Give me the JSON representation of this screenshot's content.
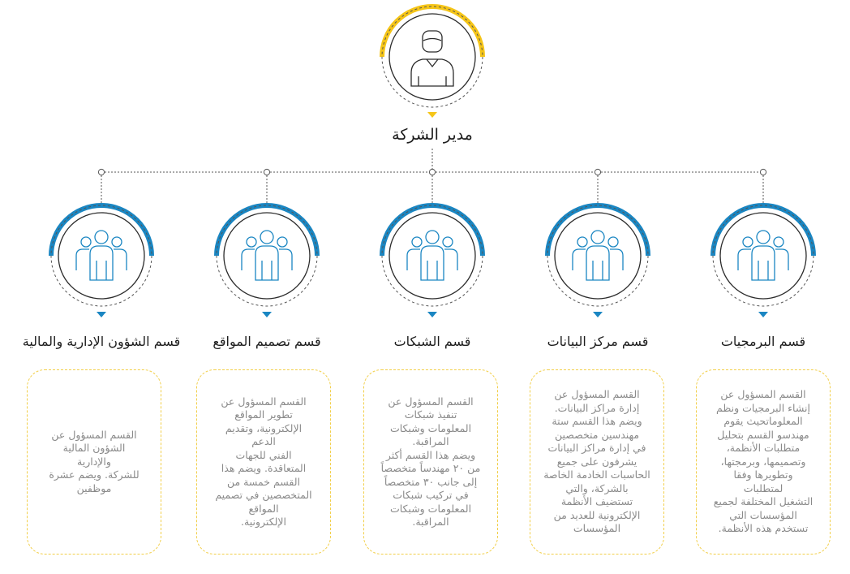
{
  "root": {
    "title": "مدير الشركة"
  },
  "departments": [
    {
      "title": "قسم البرمجيات",
      "description": "القسم المسؤول عن\nإنشاء البرمجيات ونظم\nالمعلوماتحيث يقوم\nمهندسو القسم بتحليل\nمتطلبات الأنظمة،\nوتصميمها، وبرمجتها،\nوتطويرها وفقا\nلمتطلبات\nالتشغيل المختلفة لجميع\nالمؤسسات التي\nتستخدم هذه الأنظمة."
    },
    {
      "title": "قسم مركز البيانات",
      "description": "القسم المسؤول عن\nإدارة مراكز البيانات.\nويضم هذا القسم ستة\nمهندسين متخصصين\nفي إدارة مراكز البيانات\nيشرفون على جميع\nالحاسبات الخادمة الخاصة\nبالشركة، والتي\nتستضيف الأنظمة\nالإلكترونية للعديد من\nالمؤسسات"
    },
    {
      "title": "قسم الشبكات",
      "description": "القسم المسؤول عن\nتنفيذ شبكات\nالمعلومات وشبكات\nالمراقبة.\nويضم هذا القسم أكثر\nمن ٢٠ مهندساً متخصصاً\nإلى جانب ٣٠ متخصصاً\nفي تركيب شبكات\nالمعلومات وشبكات\nالمراقبة."
    },
    {
      "title": "قسم تصميم المواقع",
      "description": "القسم المسؤول عن\nتطوير المواقع\nالإلكترونية، وتقديم\nالدعم\nالفني للجهات\nالمتعاقدة. ويضم هذا\nالقسم خمسة من\nالمتخصصين في تصميم\nالمواقع\nالإلكترونية."
    },
    {
      "title": "قسم الشؤون الإدارية والمالية",
      "description": "القسم المسؤول عن\nالشؤون المالية\nوالإدارية\nللشركة. ويضم عشرة\nموظفين"
    }
  ],
  "colors": {
    "root_arc": "#f5c518",
    "dept_arc": "#1a86c2",
    "ring": "#2b2b2b",
    "icon": "#1a86c2",
    "connector": "#555555",
    "box_border": "#f2cf4a",
    "desc_text": "#8a8a8a"
  },
  "icons": {
    "root": "person-icon",
    "department": "group-icon"
  }
}
